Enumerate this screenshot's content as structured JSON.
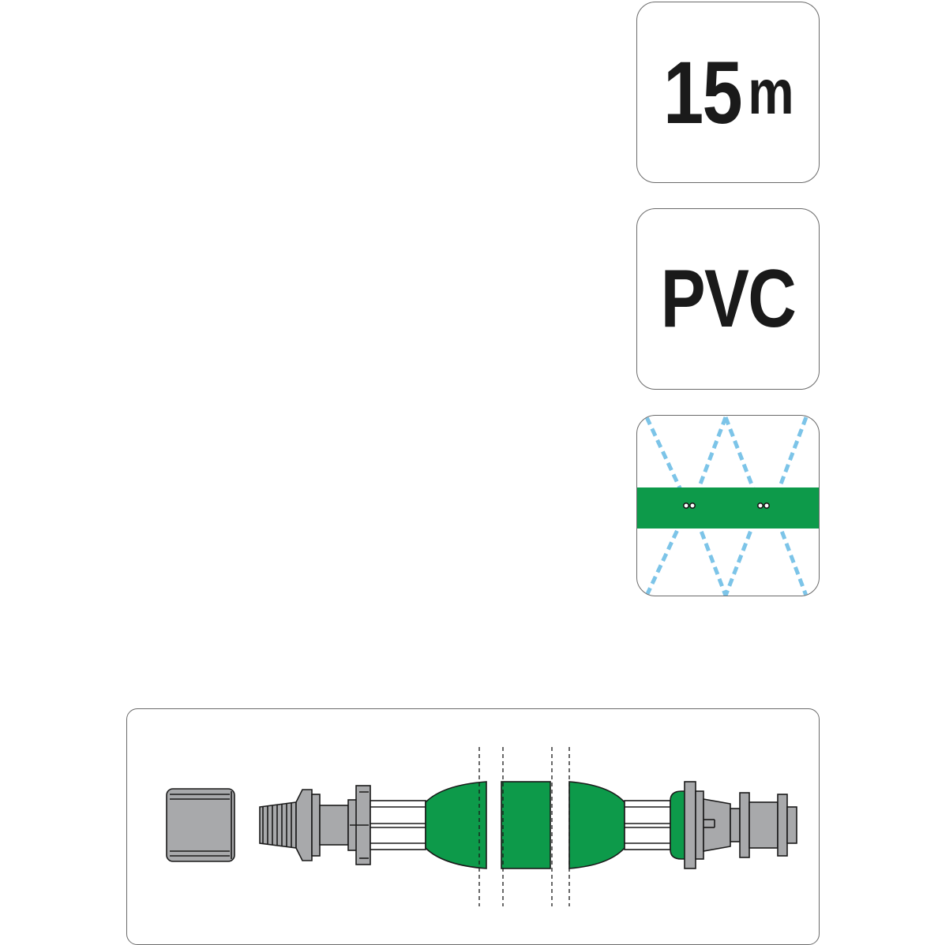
{
  "badges": {
    "length": {
      "value": "15",
      "unit": "m"
    },
    "material": {
      "label": "PVC"
    },
    "sprinkler": {
      "icon": "perforated-hose-spray-icon"
    }
  },
  "assembly": {
    "parts": [
      "threaded-cap-nut-icon",
      "threaded-tap-connector-icon",
      "hose-section-icon",
      "hose-quick-connector-icon"
    ]
  },
  "colors": {
    "hose_green": "#0d9a4a",
    "spray_blue": "#7cc4e8",
    "fitting_gray": "#a8a9ab",
    "outline": "#1a1a1a"
  }
}
